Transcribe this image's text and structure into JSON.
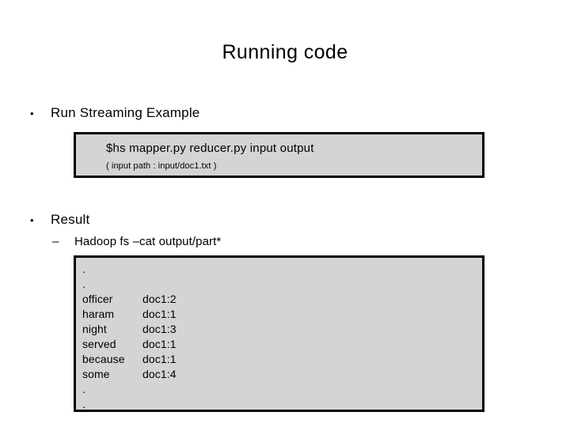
{
  "slide": {
    "title": "Running code",
    "bullets": [
      {
        "marker": "•",
        "label": "Run Streaming Example"
      },
      {
        "marker": "•",
        "label": "Result"
      }
    ],
    "sub_bullet": {
      "marker": "–",
      "label": "Hadoop fs –cat output/part*"
    },
    "command_box": {
      "command": "$hs mapper.py reducer.py input output",
      "note": "( input path : input/doc1.txt )"
    },
    "output_box": {
      "rows": [
        {
          "word": ".",
          "value": ""
        },
        {
          "word": ".",
          "value": ""
        },
        {
          "word": "officer",
          "value": "doc1:2"
        },
        {
          "word": "haram",
          "value": "doc1:1"
        },
        {
          "word": "night",
          "value": "doc1:3"
        },
        {
          "word": "served",
          "value": "doc1:1"
        },
        {
          "word": "because",
          "value": "doc1:1"
        },
        {
          "word": "some",
          "value": "doc1:4"
        },
        {
          "word": ".",
          "value": ""
        },
        {
          "word": ".",
          "value": ""
        }
      ]
    },
    "colors": {
      "box_fill": "#d4d4d4",
      "box_border": "#000000",
      "background": "#ffffff",
      "text": "#000000"
    }
  }
}
